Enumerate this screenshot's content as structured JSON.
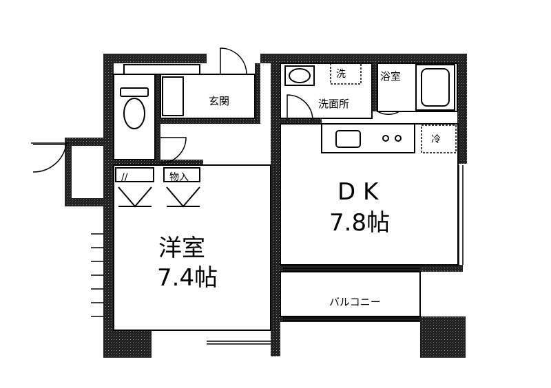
{
  "rooms": {
    "western_name": "洋室",
    "western_size": "7.4帖",
    "dk_name": "D K",
    "dk_size": "7.8帖",
    "entrance": "玄関",
    "washroom": "洗面所",
    "bathroom": "浴室",
    "balcony": "バルコニー",
    "storage": "物入"
  },
  "fixtures": {
    "washer_mark": "洗",
    "fridge_mark": "冷"
  },
  "colors": {
    "wall": "#1a1a1a",
    "fill": "#ffffff"
  }
}
